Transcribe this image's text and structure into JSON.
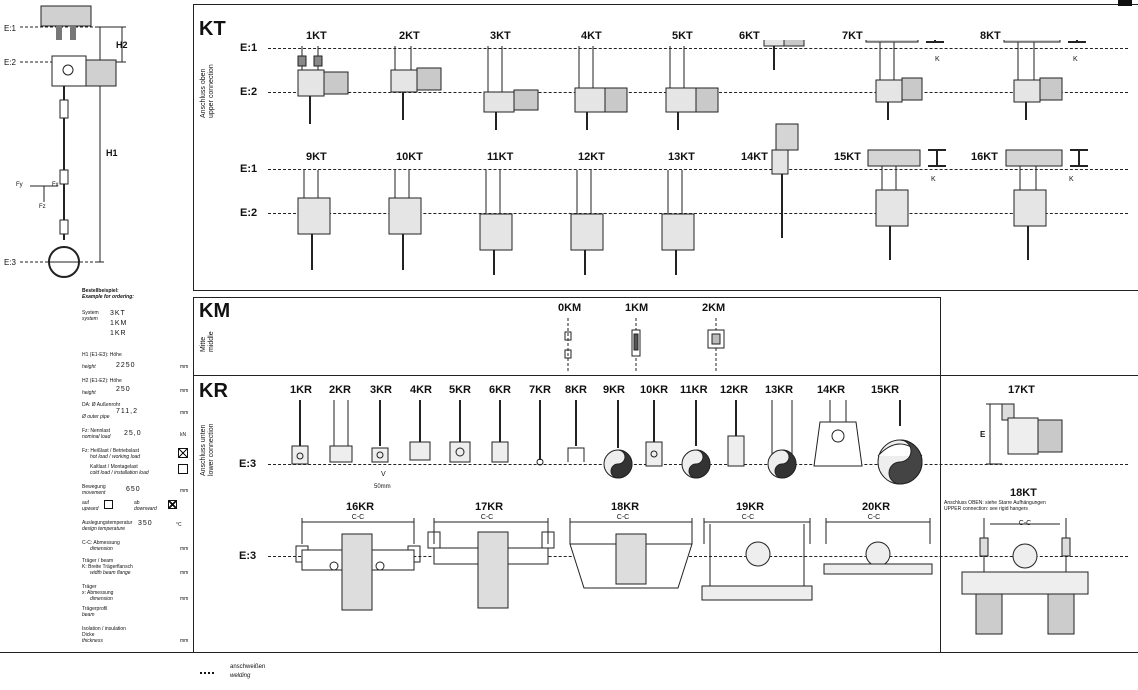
{
  "legend": {
    "e1": "E:1",
    "e2": "E:2",
    "e3": "E:3",
    "h1": "H1",
    "h2": "H2",
    "fy": "Fy",
    "fx": "Fx",
    "fz": "Fz"
  },
  "order": {
    "title_de": "Bestellbeispiel:",
    "title_en": "Example for ordering:",
    "system_de": "System",
    "system_en": "system",
    "system_values": [
      "3KT",
      "1KM",
      "1KR"
    ],
    "h1_de": "H1 (E1-E3): Höhe",
    "h1_en": "height",
    "h1_value": "2250",
    "h2_de": "H2 (E1-E2): Höhe",
    "h2_en": "height",
    "h2_value": "250",
    "da_de": "DA: Ø Außenrohr",
    "da_en": "Ø outer pipe",
    "da_value": "711,2",
    "fz_de": "Fz: Nennlast",
    "fz_en": "nominal load",
    "fz_value": "25,0",
    "fz_unit": "kN",
    "hot_de": "Fz: Heißlast / Betriebslast",
    "hot_en": "hot load / working load",
    "cold_de": "Kaltlast / Montagelast",
    "cold_en": "cold load / installation load",
    "move_de": "Bewegung",
    "move_en": "movement",
    "move_value": "650",
    "up_de": "auf",
    "up_en": "upward",
    "down_de": "ab",
    "down_en": "downward",
    "temp_de": "Auslegungstemperatur",
    "temp_en": "design temperature",
    "temp_value": "350",
    "temp_unit": "°C",
    "cc_de": "C-C: Abmessung",
    "cc_en": "dimension",
    "beam_de": "Träger / beam",
    "beam_k_de": "K: Breite Trägerflansch",
    "beam_k_en": "width beam flange",
    "traeger_de": "Träger",
    "traeger_x_de": "x: Abmessung",
    "traeger_x_en": "dimension",
    "profil_de": "Trägerprofil",
    "profil_en": "beam",
    "ins_de": "Isolation / insulation",
    "ins_thick_de": "Dicke",
    "ins_thick_en": "thickness",
    "unit_mm": "mm"
  },
  "kt": {
    "title": "KT",
    "side_de": "Anschluss oben",
    "side_en": "upper connection",
    "row1": [
      "1KT",
      "2KT",
      "3KT",
      "4KT",
      "5KT",
      "6KT",
      "7KT",
      "8KT"
    ],
    "row2": [
      "9KT",
      "10KT",
      "11KT",
      "12KT",
      "13KT",
      "14KT",
      "15KT",
      "16KT"
    ],
    "e1": "E:1",
    "e2": "E:2",
    "k": "K"
  },
  "km": {
    "title": "KM",
    "side_de": "Mitte",
    "side_en": "middle",
    "items": [
      "0KM",
      "1KM",
      "2KM"
    ]
  },
  "kr": {
    "title": "KR",
    "side_de": "Anschluss unten",
    "side_en": "lower connection",
    "row1": [
      "1KR",
      "2KR",
      "3KR",
      "4KR",
      "5KR",
      "6KR",
      "7KR",
      "8KR",
      "9KR",
      "10KR",
      "11KR",
      "12KR",
      "13KR",
      "14KR",
      "15KR"
    ],
    "row2": [
      "16KR",
      "17KR",
      "18KR",
      "19KR",
      "20KR"
    ],
    "e3": "E:3",
    "v": "V",
    "v_dim": "50mm",
    "cc": "C-C",
    "kt17": "17KT",
    "kt17_e": "E",
    "kt18": "18KT",
    "kt18_note1": "Anschluss OBEN:    siehe Starre Aufhängungen",
    "kt18_note2": "UPPER connection: see rigid hangers"
  },
  "footer": {
    "de": "anschweißen",
    "en": "welding"
  }
}
